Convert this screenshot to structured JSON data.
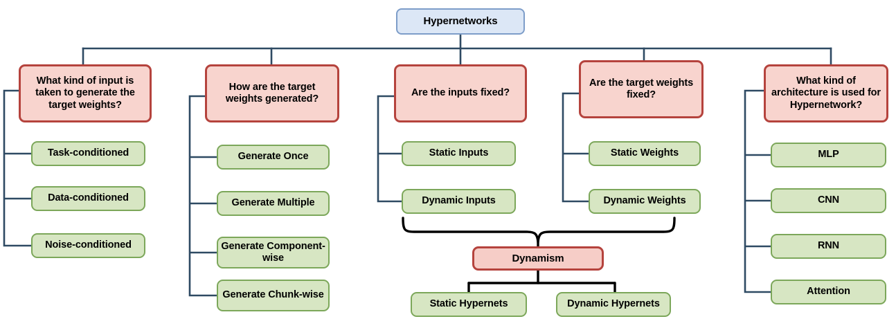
{
  "diagram": {
    "title": "Hypernetworks",
    "colors": {
      "root_fill": "#dce7f6",
      "root_border": "#7d9dc9",
      "question_fill": "#f8d4ce",
      "question_border": "#b5433d",
      "leaf_fill": "#d7e6c3",
      "leaf_border": "#7ca75a",
      "connector_blue": "#2e4a63",
      "connector_black": "#000000"
    },
    "root": {
      "label": "Hypernetworks"
    },
    "branches": [
      {
        "question": "What kind of input is taken to generate the target weights?",
        "children": [
          "Task-conditioned",
          "Data-conditioned",
          "Noise-conditioned"
        ]
      },
      {
        "question": "How are the target weights generated?",
        "children": [
          "Generate Once",
          "Generate Multiple",
          "Generate Component-wise",
          "Generate Chunk-wise"
        ]
      },
      {
        "question": "Are the inputs fixed?",
        "children": [
          "Static Inputs",
          "Dynamic Inputs"
        ]
      },
      {
        "question": "Are the target weights fixed?",
        "children": [
          "Static Weights",
          "Dynamic Weights"
        ]
      },
      {
        "question": "What kind of architecture is used for Hypernetwork?",
        "children": [
          "MLP",
          "CNN",
          "RNN",
          "Attention"
        ]
      }
    ],
    "dynamism": {
      "label": "Dynamism",
      "children": [
        "Static Hypernets",
        "Dynamic Hypernets"
      ]
    }
  }
}
